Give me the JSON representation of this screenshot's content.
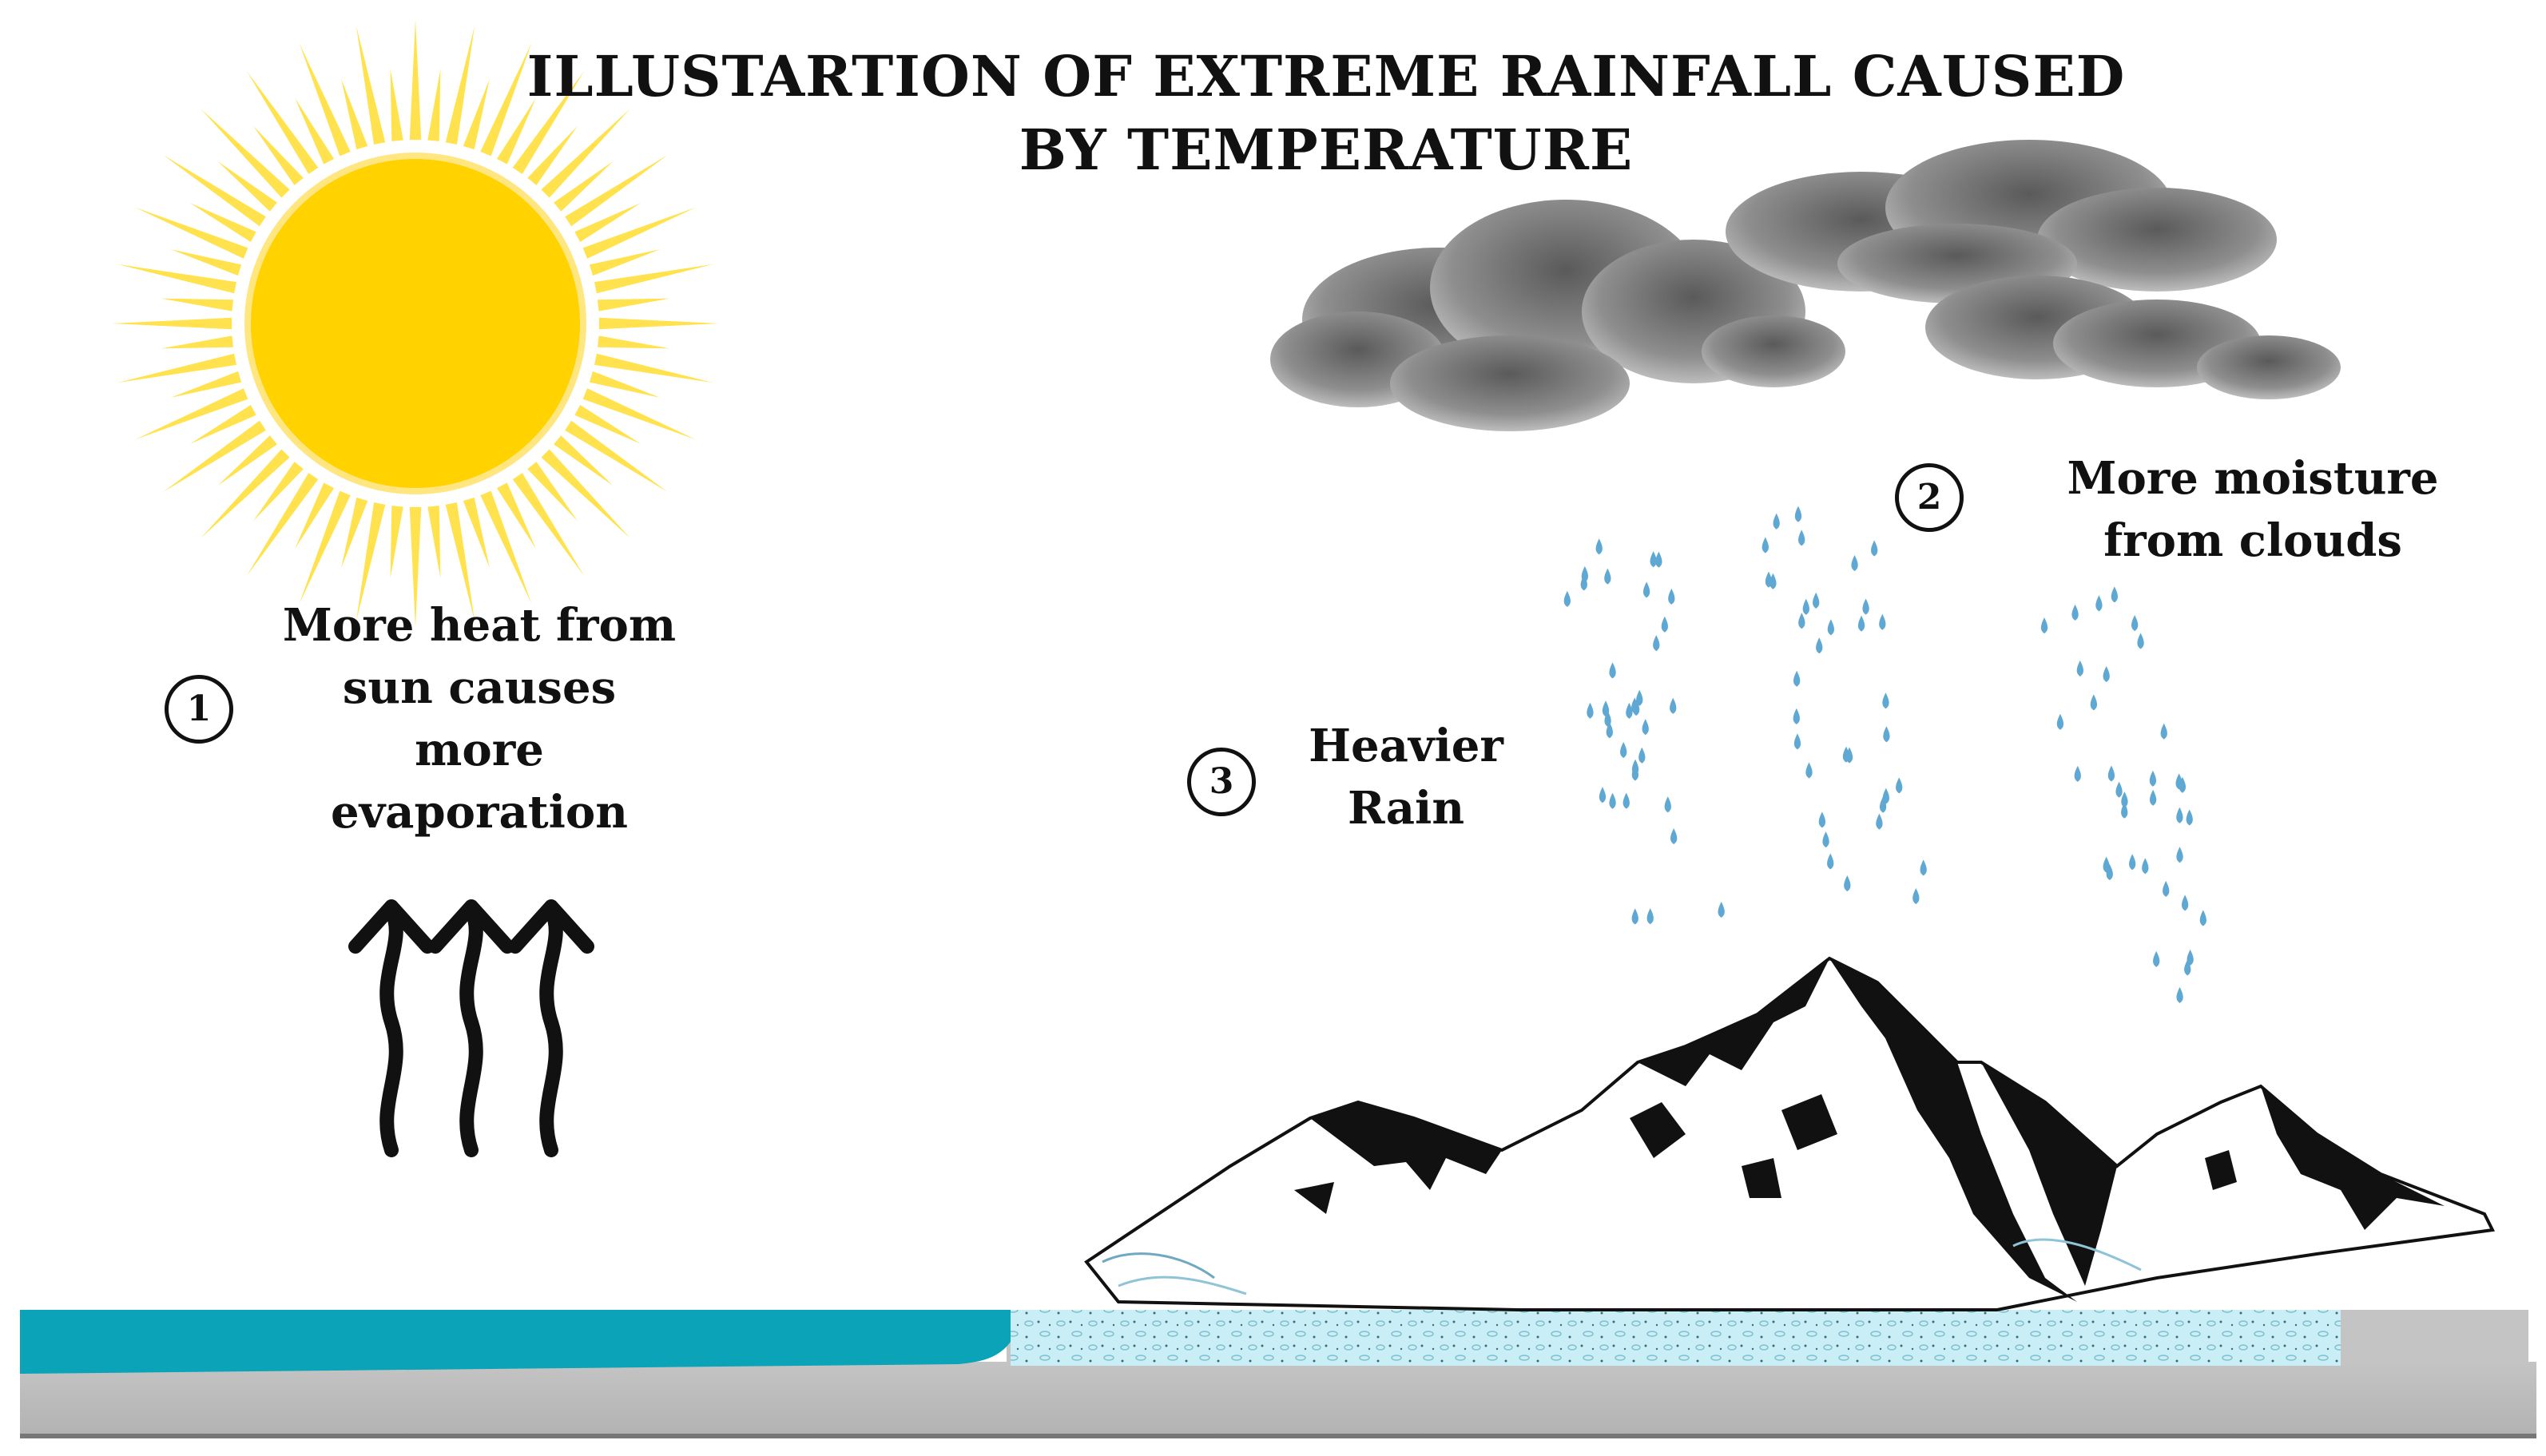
{
  "title": {
    "line1": "ILLUSTARTION OF EXTREME RAINFALL CAUSED",
    "line2": "BY TEMPERATURE"
  },
  "steps": [
    {
      "number": "1",
      "lines": [
        "More heat from",
        "sun causes",
        "more",
        "evaporation"
      ]
    },
    {
      "number": "2",
      "lines": [
        "More moisture",
        "from clouds"
      ]
    },
    {
      "number": "3",
      "lines": [
        "Heavier",
        "Rain"
      ]
    }
  ],
  "colors": {
    "sun": "#FFD200",
    "sun_rays": "#FFE24D",
    "cloud": "#8E8E8E",
    "rain": "#5FA8D3",
    "water": "#0AA3B8",
    "ground": "#BDBDBD",
    "ice": "#C9EEF6",
    "mountain": "#111111"
  },
  "icons": {
    "sun": "sun-icon",
    "cloud": "cloud-icon",
    "arrows": "up-wavy-arrow-icon",
    "mountains": "mountain-icon"
  }
}
